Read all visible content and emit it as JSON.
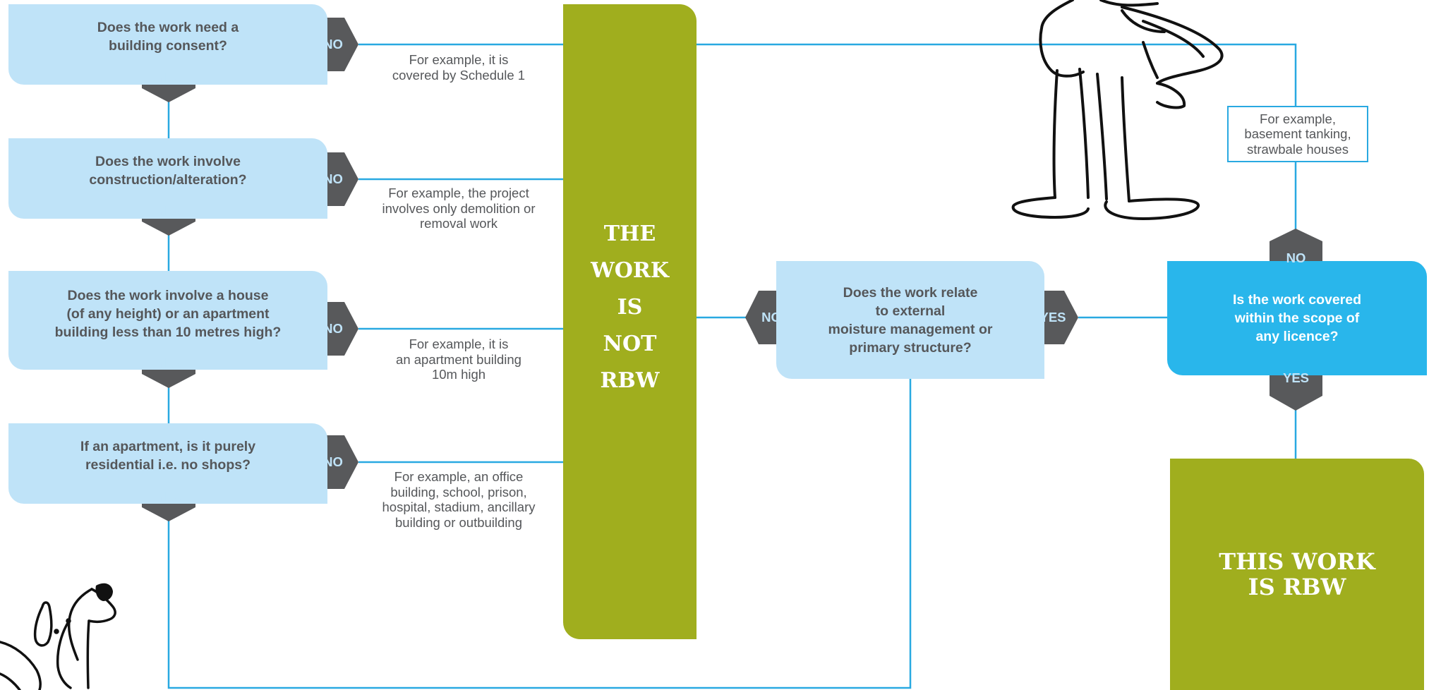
{
  "questions": {
    "q1": "Does the work need a\nbuilding consent?",
    "q2": "Does the work involve\nconstruction/alteration?",
    "q3": "Does the work involve a house\n(of any height) or an apartment\nbuilding less than 10 metres high?",
    "q4": "If an apartment, is it purely\nresidential i.e. no shops?",
    "q5": "Does the work relate\nto external\nmoisture management or\nprimary structure?",
    "q6": "Is the work covered\nwithin the scope of\nany licence?"
  },
  "labels": {
    "yes": "YES",
    "no": "NO"
  },
  "examples": {
    "e1": "For example, it is\ncovered by Schedule 1",
    "e2": "For example, the project\ninvolves only demolition or\nremoval work",
    "e3": "For example, it is\nan apartment building\n10m high",
    "e4": "For example, an office\nbuilding, school, prison,\nhospital, stadium, ancillary\nbuilding or outbuilding",
    "e5": "For example,\nbasement tanking,\nstrawbale houses"
  },
  "outcomes": {
    "not_rbw": "THE\nWORK\nIS\nNOT\nRBW",
    "is_rbw": "THIS WORK\nIS RBW"
  },
  "colors": {
    "question_fill": "#bfe3f8",
    "licence_fill": "#29b6eb",
    "badge_fill": "#58595b",
    "outcome_fill": "#a0ae1e",
    "connector": "#29a9e1",
    "text": "#55575a"
  },
  "icons": [
    "man-cartoon-icon",
    "dog-cartoon-icon"
  ]
}
